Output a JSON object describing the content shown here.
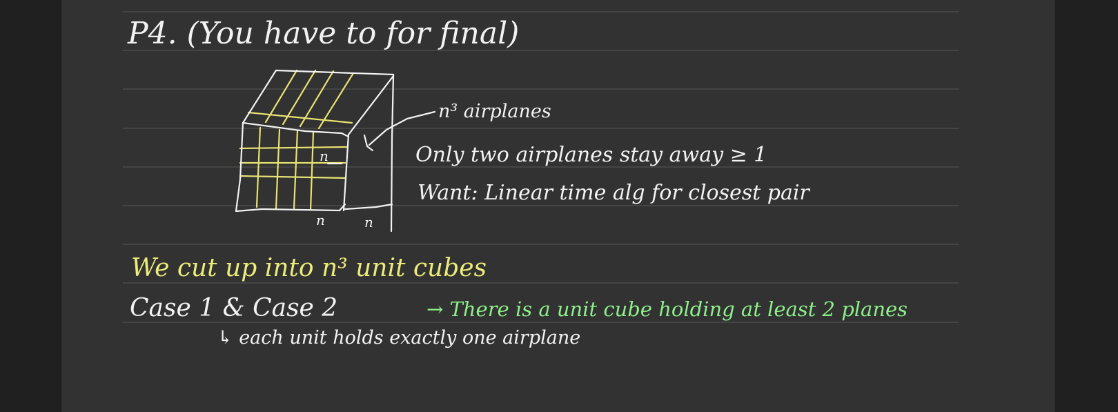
{
  "title": "P4. (You have to for final)",
  "labels": {
    "airplanes_count": "n³ airplanes",
    "dim_side": "n",
    "dim_bottom_front": "n",
    "dim_bottom_depth": "n"
  },
  "statements": {
    "only_two": "Only two airplanes stay away ≥ 1",
    "want": "Want: Linear time alg for closest pair"
  },
  "notes": {
    "cut_up": "We cut up into n³ unit cubes",
    "cases": "Case 1 & Case 2",
    "case2_result": "→ There is a unit cube holding at least 2 planes",
    "case1_result": "↳ each unit holds exactly one airplane"
  },
  "colors": {
    "ink_white": "#f2f2f2",
    "ink_yellow": "#e8e372",
    "ink_green": "#8ef08a",
    "background": "#323232"
  }
}
